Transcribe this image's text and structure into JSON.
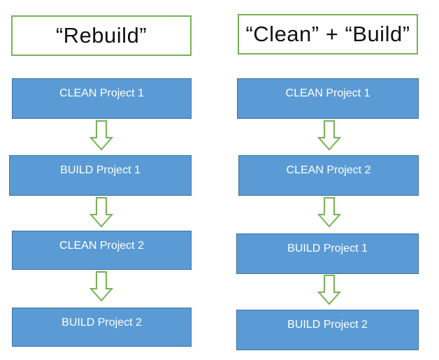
{
  "columns": {
    "left": {
      "title": "“Rebuild”",
      "steps": [
        "CLEAN Project 1",
        "BUILD Project 1",
        "CLEAN Project 2",
        "BUILD Project 2"
      ]
    },
    "right": {
      "title": "“Clean” + “Build”",
      "steps": [
        "CLEAN Project 1",
        "CLEAN Project 2",
        "BUILD Project 1",
        "BUILD Project 2"
      ]
    }
  },
  "icons": {
    "arrow": "down-arrow-icon"
  },
  "colors": {
    "step_fill": "#5b9bd5",
    "step_border": "#41719c",
    "step_text": "#ffffff",
    "title_border": "#77b255",
    "arrow_stroke": "#77b255"
  }
}
